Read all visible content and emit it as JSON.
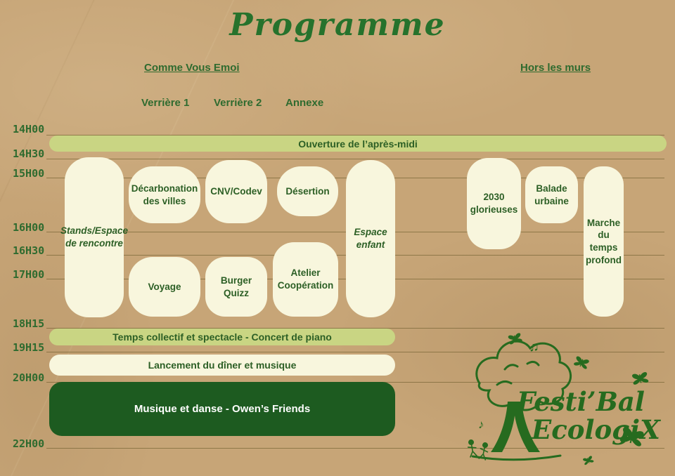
{
  "title": "Programme",
  "venues": [
    {
      "label": "Comme Vous Emoi"
    },
    {
      "label": "Hors les murs"
    }
  ],
  "columns": [
    "Verrière 1",
    "Verrière 2",
    "Annexe"
  ],
  "times": [
    "14H00",
    "14H30",
    "15H00",
    "16H00",
    "16H30",
    "17H00",
    "18H15",
    "19H15",
    "20H00",
    "22H00"
  ],
  "events": {
    "ouverture": "Ouverture de l’après-midi",
    "stands": "Stands/Espace de rencontre",
    "decarbonation": "Décarbonation des villes",
    "cnv": "CNV/Codev",
    "desertion": "Désertion",
    "espace_enfant": "Espace enfant",
    "glorieuses": "2030 glorieuses",
    "balade": "Balade urbaine",
    "marche": "Marche du temps profond",
    "voyage": "Voyage",
    "burger": "Burger Quizz",
    "atelier": "Atelier Coopération",
    "temps_collectif": "Temps collectif et spectacle - Concert de piano",
    "lancement": "Lancement du dîner et musique",
    "musique": "Musique et danse - Owen’s Friends"
  },
  "logo": {
    "line1": "Festi’Bal",
    "line2": "EcologiX"
  },
  "colors": {
    "paper": "#c7a577",
    "dark_green": "#2f6b2f",
    "light_green_bar": "#c9d583",
    "cream_block": "#f8f6dd",
    "deep_green_block": "#1d5b20"
  }
}
